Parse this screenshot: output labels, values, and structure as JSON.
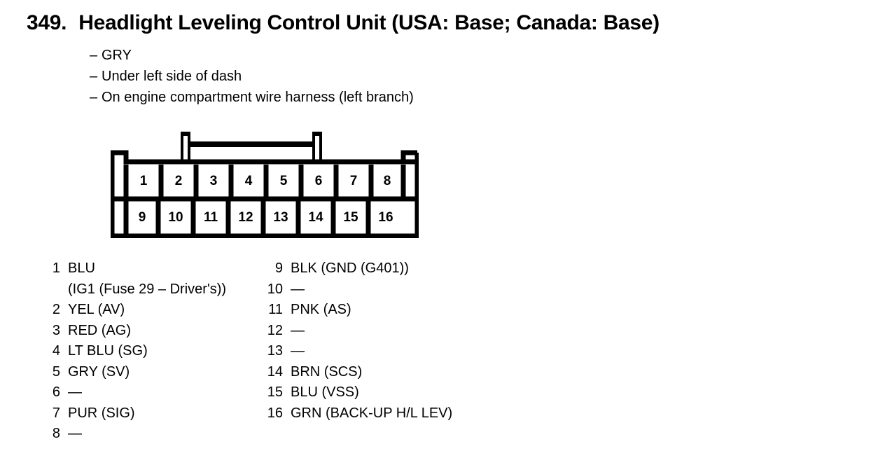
{
  "header": {
    "number": "349.",
    "title": "Headlight Leveling Control Unit (USA: Base; Canada: Base)"
  },
  "notes": {
    "dash": "–",
    "items": [
      "GRY",
      "Under left side of dash",
      "On engine compartment wire harness (left branch)"
    ]
  },
  "connector": {
    "top_row": [
      "1",
      "2",
      "3",
      "4",
      "5",
      "6",
      "7",
      "8"
    ],
    "bottom_row": [
      "9",
      "10",
      "11",
      "12",
      "13",
      "14",
      "15",
      "16"
    ],
    "outline_color": "#000000",
    "fill_color": "#ffffff"
  },
  "legend": {
    "left": [
      {
        "pin": "1",
        "desc": "BLU",
        "sub": "(IG1 (Fuse 29 – Driver's))"
      },
      {
        "pin": "2",
        "desc": "YEL (AV)"
      },
      {
        "pin": "3",
        "desc": "RED (AG)"
      },
      {
        "pin": "4",
        "desc": "LT BLU (SG)"
      },
      {
        "pin": "5",
        "desc": "GRY (SV)"
      },
      {
        "pin": "6",
        "desc": "—"
      },
      {
        "pin": "7",
        "desc": "PUR (SIG)"
      },
      {
        "pin": "8",
        "desc": "—"
      }
    ],
    "right": [
      {
        "pin": "9",
        "desc": "BLK (GND (G401))"
      },
      {
        "pin": "10",
        "desc": "—"
      },
      {
        "pin": "11",
        "desc": "PNK (AS)"
      },
      {
        "pin": "12",
        "desc": "—"
      },
      {
        "pin": "13",
        "desc": "—"
      },
      {
        "pin": "14",
        "desc": "BRN (SCS)"
      },
      {
        "pin": "15",
        "desc": "BLU (VSS)"
      },
      {
        "pin": "16",
        "desc": "GRN (BACK-UP H/L LEV)"
      }
    ]
  }
}
